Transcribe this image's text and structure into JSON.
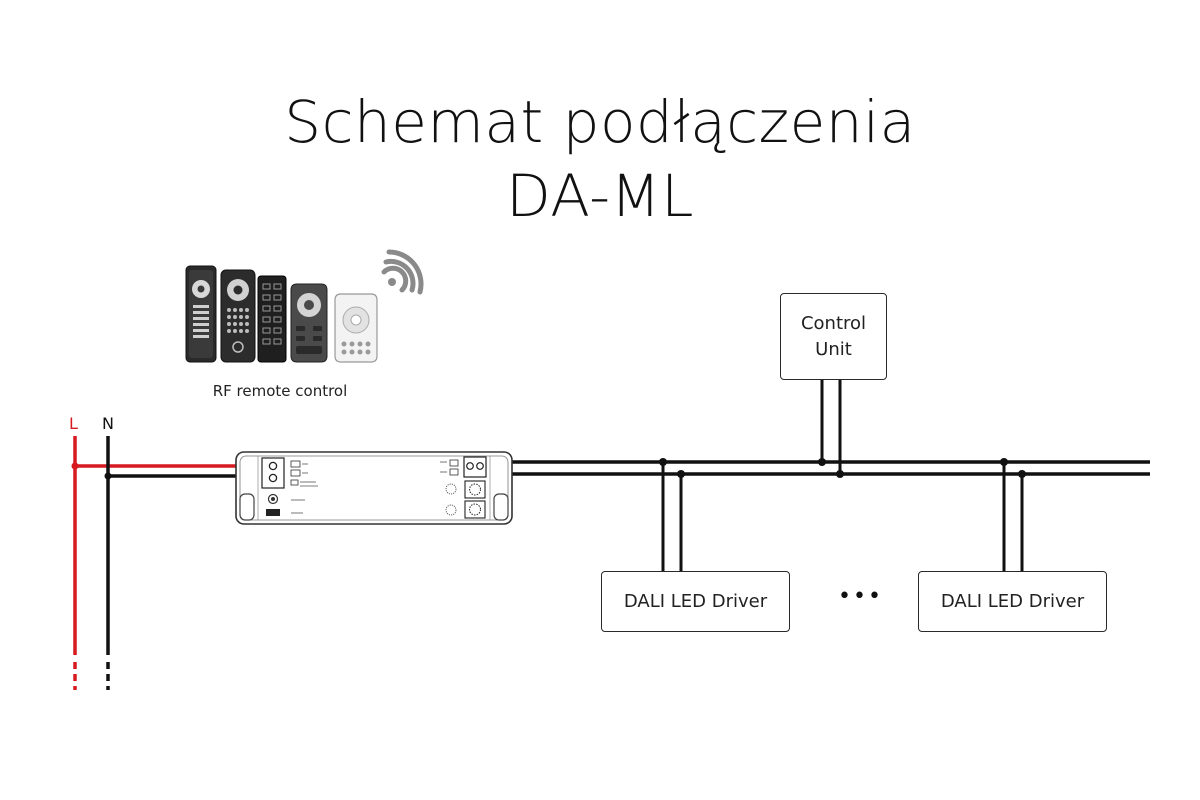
{
  "title": {
    "line1": "Schemat podłączenia",
    "line2": "DA-ML"
  },
  "labels": {
    "L": "L",
    "N": "N",
    "remote_caption": "RF remote control",
    "control_unit_line1": "Control",
    "control_unit_line2": "Unit",
    "driver_left": "DALI LED Driver",
    "driver_right": "DALI LED Driver",
    "ellipsis": "•••"
  },
  "colors": {
    "live_wire": "#d71920",
    "neutral_wire": "#111111",
    "bus_wire": "#111111"
  }
}
